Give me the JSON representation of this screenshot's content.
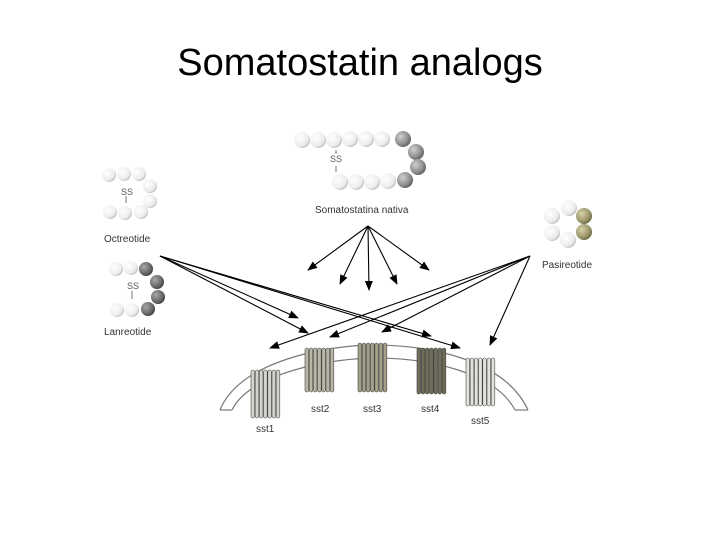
{
  "slide": {
    "title": "Somatostatin analogs"
  },
  "molecules": {
    "native": {
      "name": "Somatostatina nativa",
      "bridge": "SS"
    },
    "octreotide": {
      "name": "Octreotide",
      "bridge": "SS"
    },
    "lanreotide": {
      "name": "Lanreotide",
      "bridge": "SS"
    },
    "pasireotide": {
      "name": "Pasireotide"
    }
  },
  "receptors": [
    {
      "name": "sst1",
      "color": "#d4d4cc"
    },
    {
      "name": "sst2",
      "color": "#b9b6a6"
    },
    {
      "name": "sst3",
      "color": "#a4a088"
    },
    {
      "name": "sst4",
      "color": "#6f6c58"
    },
    {
      "name": "sst5",
      "color": "#e3e3de"
    }
  ],
  "colors": {
    "bead_white": "#f4f4f4",
    "bead_grey": "#8a8a8a",
    "bead_dark": "#6c6c6c",
    "bead_olive": "#9a9569",
    "arrow": "#000000",
    "membrane": "#7a7a7a"
  }
}
